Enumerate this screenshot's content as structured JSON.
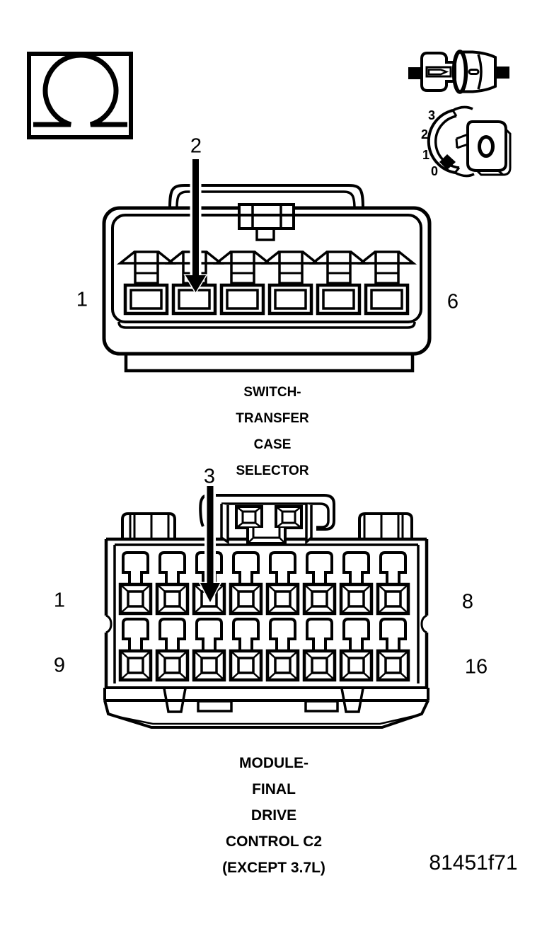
{
  "figure_code": "81451f71",
  "test_icons": {
    "ohm_symbol": "Ω",
    "key_positions": [
      "3",
      "2",
      "1",
      "0"
    ]
  },
  "upper_connector": {
    "caption_lines": [
      "SWITCH-",
      "TRANSFER",
      "CASE",
      "SELECTOR"
    ],
    "highlighted_pin": "2",
    "first_pin": "1",
    "last_pin": "6",
    "pin_count": 6
  },
  "lower_connector": {
    "caption_lines": [
      "MODULE-",
      "FINAL",
      "DRIVE",
      "CONTROL C2",
      "(EXCEPT 3.7L)"
    ],
    "highlighted_pin": "3",
    "row1_first_pin": "1",
    "row1_last_pin": "8",
    "row2_first_pin": "9",
    "row2_last_pin": "16",
    "pin_count": 16
  },
  "colors": {
    "line": "#000000",
    "background": "#ffffff"
  }
}
